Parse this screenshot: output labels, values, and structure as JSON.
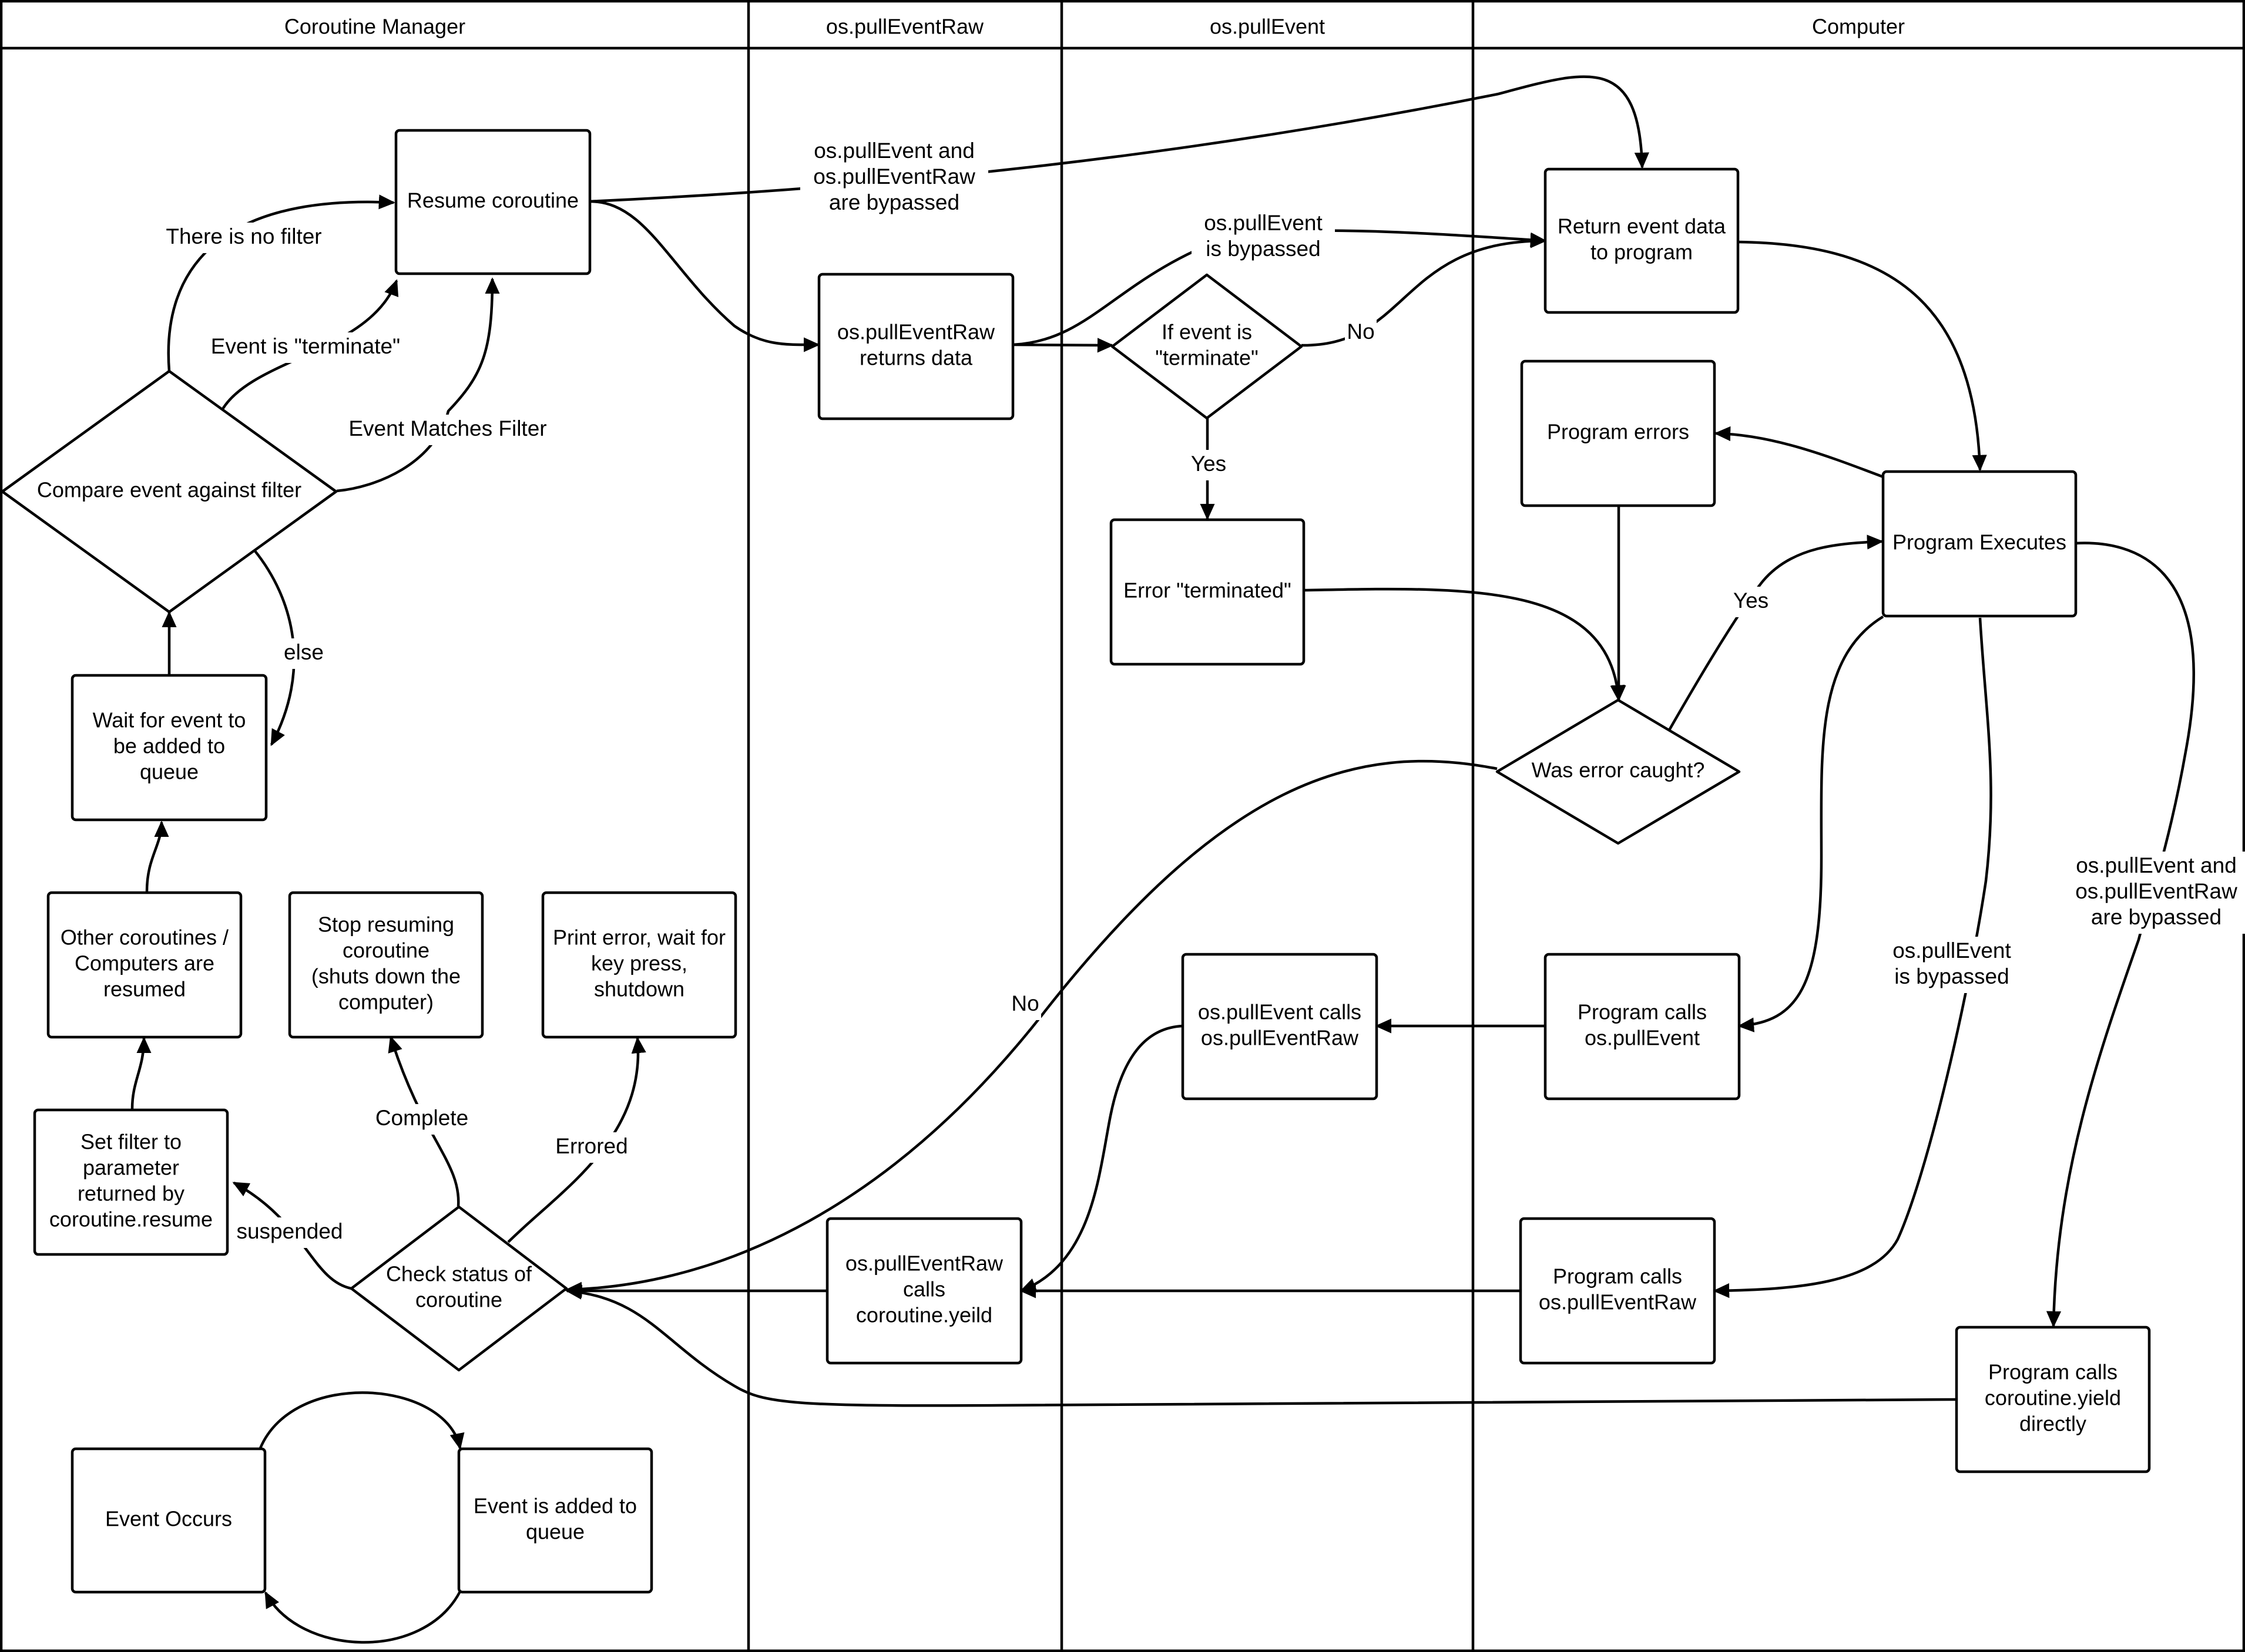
{
  "lanes": [
    {
      "id": "coroutine-manager",
      "title": "Coroutine Manager"
    },
    {
      "id": "os-pulleventraw",
      "title": "os.pullEventRaw"
    },
    {
      "id": "os-pullevent",
      "title": "os.pullEvent"
    },
    {
      "id": "computer",
      "title": "Computer"
    }
  ],
  "nodes": [
    {
      "id": "resume-coroutine",
      "shape": "box",
      "lines": [
        "Resume coroutine"
      ]
    },
    {
      "id": "compare-event",
      "shape": "diamond",
      "lines": [
        "Compare event against filter"
      ]
    },
    {
      "id": "wait-for-event",
      "shape": "box",
      "lines": [
        "Wait for event to",
        "be added to",
        "queue"
      ]
    },
    {
      "id": "other-coroutines",
      "shape": "box",
      "lines": [
        "Other coroutines /",
        "Computers are",
        "resumed"
      ]
    },
    {
      "id": "set-filter",
      "shape": "box",
      "lines": [
        "Set filter to",
        "parameter",
        "returned by",
        "coroutine.resume"
      ]
    },
    {
      "id": "stop-resuming",
      "shape": "box",
      "lines": [
        "Stop resuming",
        "coroutine",
        "(shuts down the",
        "computer)"
      ]
    },
    {
      "id": "print-error",
      "shape": "box",
      "lines": [
        "Print error, wait for",
        "key press,",
        "shutdown"
      ]
    },
    {
      "id": "check-status",
      "shape": "diamond",
      "lines": [
        "Check status of",
        "coroutine"
      ]
    },
    {
      "id": "event-occurs",
      "shape": "box",
      "lines": [
        "Event Occurs"
      ]
    },
    {
      "id": "event-added",
      "shape": "box",
      "lines": [
        "Event is added to",
        "queue"
      ]
    },
    {
      "id": "raw-returns-data",
      "shape": "box",
      "lines": [
        "os.pullEventRaw",
        "returns data"
      ]
    },
    {
      "id": "raw-calls-yield",
      "shape": "box",
      "lines": [
        "os.pullEventRaw",
        "calls",
        "coroutine.yeild"
      ]
    },
    {
      "id": "if-terminate",
      "shape": "diamond",
      "lines": [
        "If event is",
        "\"terminate\""
      ]
    },
    {
      "id": "error-terminated",
      "shape": "box",
      "lines": [
        "Error \"terminated\""
      ]
    },
    {
      "id": "pullevent-calls-raw",
      "shape": "box",
      "lines": [
        "os.pullEvent calls",
        "os.pullEventRaw"
      ]
    },
    {
      "id": "return-event-data",
      "shape": "box",
      "lines": [
        "Return event data",
        "to program"
      ]
    },
    {
      "id": "program-errors",
      "shape": "box",
      "lines": [
        "Program errors"
      ]
    },
    {
      "id": "program-executes",
      "shape": "box",
      "lines": [
        "Program Executes"
      ]
    },
    {
      "id": "error-caught",
      "shape": "diamond",
      "lines": [
        "Was error caught?"
      ]
    },
    {
      "id": "program-calls-pullevent",
      "shape": "box",
      "lines": [
        "Program calls",
        "os.pullEvent"
      ]
    },
    {
      "id": "program-calls-pulleventraw",
      "shape": "box",
      "lines": [
        "Program calls",
        "os.pullEventRaw"
      ]
    },
    {
      "id": "program-calls-yield",
      "shape": "box",
      "lines": [
        "Program calls",
        "coroutine.yield",
        "directly"
      ]
    }
  ],
  "edge_labels": [
    {
      "id": "no-filter",
      "lines": [
        "There is no filter"
      ]
    },
    {
      "id": "is-terminate",
      "lines": [
        "Event is \"terminate\""
      ]
    },
    {
      "id": "matches-filter",
      "lines": [
        "Event Matches Filter"
      ]
    },
    {
      "id": "else",
      "lines": [
        "else"
      ]
    },
    {
      "id": "complete",
      "lines": [
        "Complete"
      ]
    },
    {
      "id": "errored",
      "lines": [
        "Errored"
      ]
    },
    {
      "id": "suspended",
      "lines": [
        "suspended"
      ]
    },
    {
      "id": "bypassed-both-top",
      "lines": [
        "os.pullEvent and",
        "os.pullEventRaw",
        "are bypassed"
      ]
    },
    {
      "id": "pullevent-bypassed-top",
      "lines": [
        "os.pullEvent",
        "is bypassed"
      ]
    },
    {
      "id": "terminate-no",
      "lines": [
        "No"
      ]
    },
    {
      "id": "terminate-yes",
      "lines": [
        "Yes"
      ]
    },
    {
      "id": "caught-yes",
      "lines": [
        "Yes"
      ]
    },
    {
      "id": "caught-no",
      "lines": [
        "No"
      ]
    },
    {
      "id": "bypassed-both-right",
      "lines": [
        "os.pullEvent and",
        "os.pullEventRaw",
        "are bypassed"
      ]
    },
    {
      "id": "pullevent-bypassed-right",
      "lines": [
        "os.pullEvent",
        " is bypassed"
      ]
    }
  ]
}
